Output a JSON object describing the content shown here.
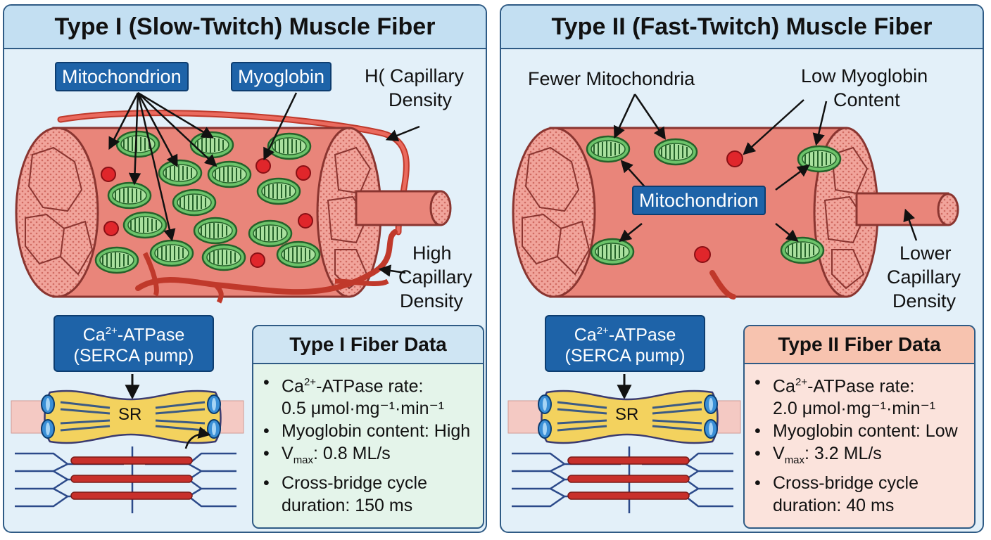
{
  "left": {
    "title": "Type I (Slow-Twitch) Muscle Fiber",
    "tag_mito": "Mitochondrion",
    "tag_myo": "Myoglobin",
    "cap_top_line1": "H( Capillary",
    "cap_top_line2": "Density",
    "cap_bottom_line1": "High",
    "cap_bottom_line2": "Capillary",
    "cap_bottom_line3": "Density",
    "serca_line1_a": "Ca",
    "serca_line1_sup": "2+",
    "serca_line1_b": "-ATPase",
    "serca_line2": "(SERCA pump)",
    "sr_label": "SR",
    "data_title": "Type I Fiber Data",
    "atpase_a": "Ca",
    "atpase_sup": "2+",
    "atpase_b": "-ATPase rate:",
    "atpase_value": "0.5 μmol·mg⁻¹·min⁻¹",
    "myoglobin": "Myoglobin content: High",
    "vmax_v": "V",
    "vmax_sub": "max",
    "vmax_value": ": 0.8 ML/s",
    "cycle_line1": "Cross-bridge cycle",
    "cycle_line2": "duration: 150 ms"
  },
  "right": {
    "title": "Type II (Fast-Twitch) Muscle Fiber",
    "fewer_mito": "Fewer Mitochondria",
    "low_myo_line1": "Low Myoglobin",
    "low_myo_line2": "Content",
    "tag_mito": "Mitochondrion",
    "cap_line1": "Lower",
    "cap_line2": "Capillary",
    "cap_line3": "Density",
    "serca_line1_a": "Ca",
    "serca_line1_sup": "2+",
    "serca_line1_b": "-ATPase",
    "serca_line2": "(SERCA pump)",
    "sr_label": "SR",
    "data_title": "Type II Fiber Data",
    "atpase_a": "Ca",
    "atpase_sup": "2+",
    "atpase_b": "-ATPase rate:",
    "atpase_value": "2.0 μmol·mg⁻¹·min⁻¹",
    "myoglobin": "Myoglobin content: Low",
    "vmax_v": "V",
    "vmax_sub": "max",
    "vmax_value": ": 3.2 ML/s",
    "cycle_line1": "Cross-bridge cycle",
    "cycle_line2": "duration: 40 ms"
  },
  "colors": {
    "muscle": "#e9857a",
    "muscle_dark": "#b24b43",
    "mitochondria": "#6cc36a",
    "myoglobin": "#e0262b",
    "tag_blue": "#1e63a8",
    "type1_box": "#e4f4ea",
    "type2_box": "#fbe3dc"
  },
  "icons": [
    "mitochondrion-icon",
    "myoglobin-dot-icon",
    "capillary-icon",
    "serca-pump-icon",
    "sarcomere-icon"
  ]
}
